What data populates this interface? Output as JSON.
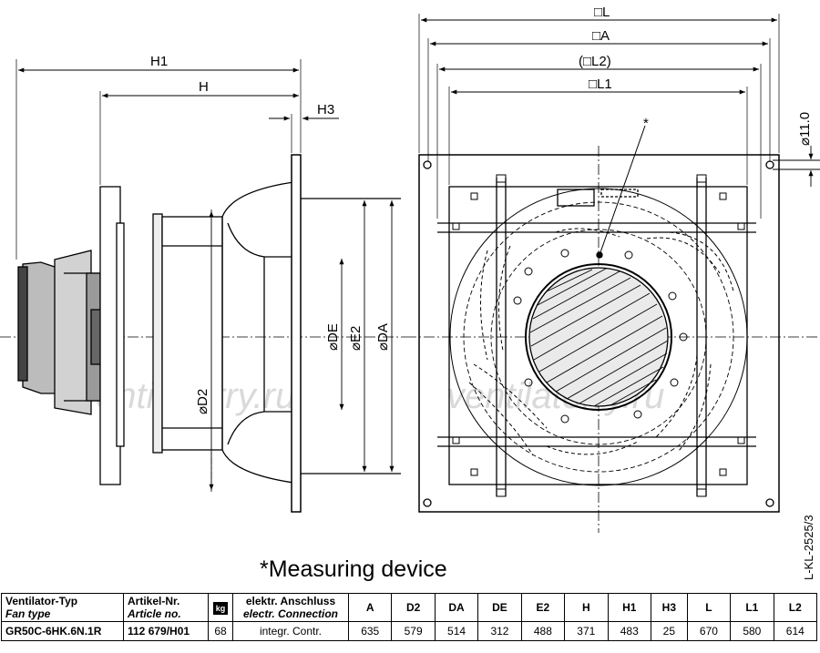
{
  "drawing": {
    "side_view_dims": [
      "H1",
      "H",
      "H3",
      "⌀DE",
      "⌀E2",
      "⌀DA",
      "⌀D2"
    ],
    "front_view_dims": [
      "□L",
      "□A",
      "(□L2)",
      "□L1",
      "⌀11.0"
    ],
    "measuring_marker": "*",
    "watermark": "ventilatorry.ru",
    "drawing_number": "L-KL-2525/3",
    "note": "*Measuring device"
  },
  "table": {
    "headers": {
      "fan_type_de": "Ventilator-Typ",
      "fan_type_en": "Fan type",
      "article_de": "Artikel-Nr.",
      "article_en": "Article no.",
      "weight_icon": "kg",
      "connection_de": "elektr. Anschluss",
      "connection_en": "electr. Connection",
      "dims": [
        "A",
        "D2",
        "DA",
        "DE",
        "E2",
        "H",
        "H1",
        "H3",
        "L",
        "L1",
        "L2"
      ]
    },
    "row": {
      "fan_type": "GR50C-6HK.6N.1R",
      "article": "112 679/H01",
      "weight": "68",
      "connection": "integr. Contr.",
      "dims": [
        "635",
        "579",
        "514",
        "312",
        "488",
        "371",
        "483",
        "25",
        "670",
        "580",
        "614"
      ]
    }
  }
}
